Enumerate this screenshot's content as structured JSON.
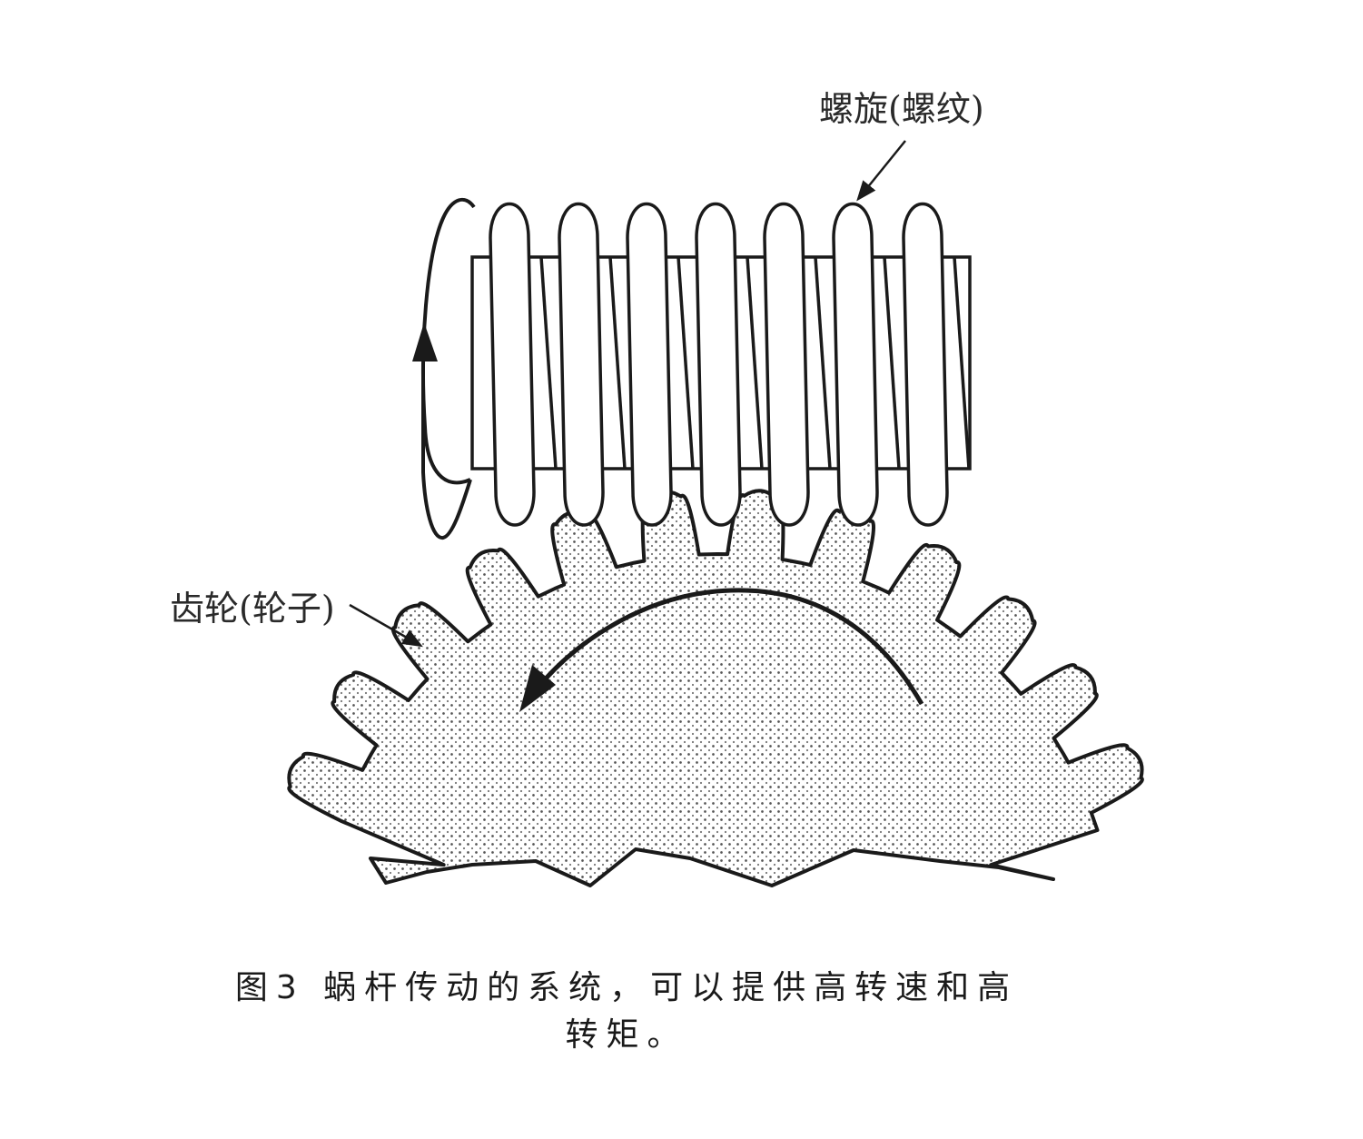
{
  "labels": {
    "worm": "螺旋(螺纹)",
    "gear": "齿轮(轮子)"
  },
  "caption": {
    "line1": "图3 蜗杆传动的系统，可以提供高转速和高",
    "line2": "转矩。"
  },
  "colors": {
    "ink": "#1a1a1a",
    "gear_dots": "#555555",
    "background": "#ffffff"
  }
}
